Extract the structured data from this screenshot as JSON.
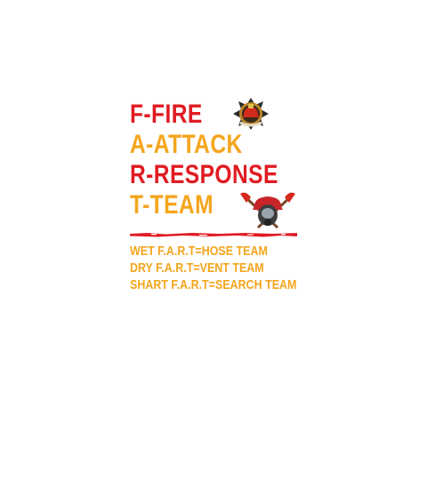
{
  "acronym": {
    "f_line": "F-FIRE",
    "a_line": "A-ATTACK",
    "r_line": "R-RESPONSE",
    "t_line": "T-TEAM"
  },
  "teams": {
    "wet": "WET F.A.R.T=HOSE TEAM",
    "dry": "DRY F.A.R.T=VENT TEAM",
    "shart": "SHART F.A.R.T=SEARCH TEAM"
  },
  "colors": {
    "red": "#e11b22",
    "gold": "#f4a51c"
  },
  "icons": {
    "top": "fire-department-badge-icon",
    "bottom": "firefighter-mask-crossed-axes-icon"
  }
}
